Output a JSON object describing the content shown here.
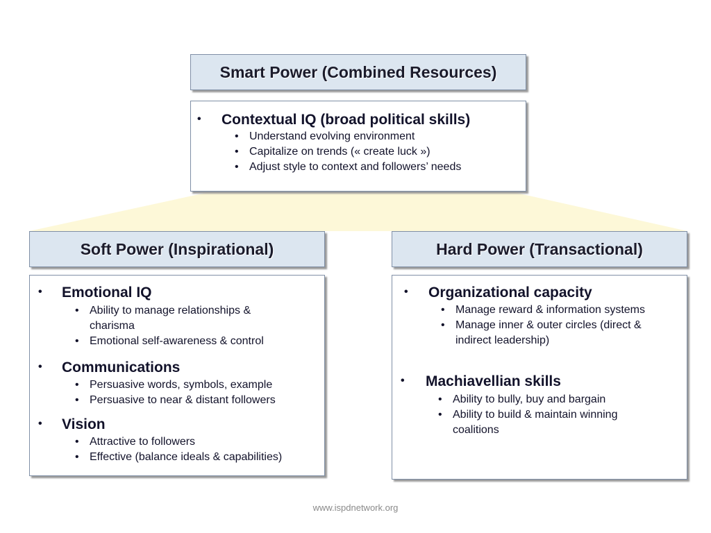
{
  "smart": {
    "title": "Smart Power (Combined Resources)",
    "bullet": "Contextual IQ (broad political skills)",
    "subs": [
      "Understand evolving environment",
      "Capitalize on trends (« create luck »)",
      "Adjust style to context and followers’ needs"
    ]
  },
  "soft": {
    "title": "Soft Power (Inspirational)",
    "sections": [
      {
        "bullet": "Emotional IQ",
        "subs": [
          "Ability to manage relationships &",
          "charisma",
          "Emotional self-awareness & control"
        ]
      },
      {
        "bullet": "Communications",
        "subs": [
          "Persuasive words, symbols, example",
          "Persuasive to near & distant followers"
        ]
      },
      {
        "bullet": "Vision",
        "subs": [
          "Attractive to followers",
          "Effective (balance ideals & capabilities)"
        ]
      }
    ]
  },
  "hard": {
    "title": "Hard Power (Transactional)",
    "sections": [
      {
        "bullet": "Organizational capacity",
        "subs": [
          "Manage reward & information systems",
          "Manage inner & outer circles (direct &",
          "indirect leadership)"
        ]
      },
      {
        "bullet": "Machiavellian skills",
        "subs": [
          "Ability to bully, buy and bargain",
          "Ability to build & maintain winning",
          "coalitions"
        ]
      }
    ]
  },
  "bullet_glyph": "•",
  "footer": "www.ispdnetwork.org",
  "colors": {
    "header_fill": "#dce6f0",
    "border": "#7f8fa6",
    "connector_fill": "#fdf8d8"
  }
}
